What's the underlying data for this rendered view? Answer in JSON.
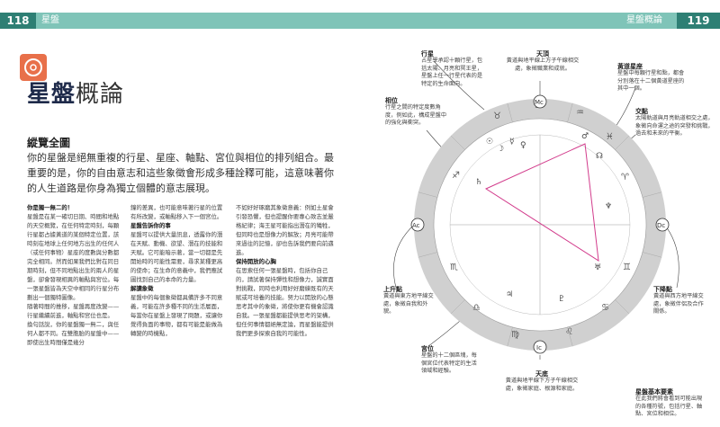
{
  "header": {
    "left_page": "118",
    "left_runner": "星盤",
    "right_runner": "星盤概論",
    "right_page": "119"
  },
  "title": {
    "bold": "星盤",
    "thin": "概論"
  },
  "overview": {
    "subhead": "縱覽全圖",
    "lead": "你的星盤是絕無重複的行星、星座、軸點、宮位與相位的排列組合。最重要的是，你的自由意志和這些象徵會形成多種詮釋可能，這意味著你的人生道路是你身為獨立個體的意志展現。"
  },
  "columns": [
    {
      "head1": "你是獨一無二的！",
      "text1": "星盤是在某一確切日期、時間和地點的天空概覽，在任何特定時刻，每顆行星都占據黃道的某個特定位置，該時刻在地球上任何地方出生的任何人（或任何事物）星座的度數與分數都完全相同。然而如果我們比對在同日期時刻，但不同地點出生的兩人的星盤，卻會發現相異的軸點與宮位。每一張星盤皆為天空中相同的行星分布劃出一個獨特圖像。",
      "text2": "隨著時間的推移，星盤再度改變——行星繼續前進，軸點和宮位也是。",
      "text3": "換句話說，你的星盤獨一無二，與任何人都不同。在雙胞胎的星盤中——即使出生時間僅是幾分"
    },
    {
      "text1": "鐘的差異，也可能意味著行星的位置有所改變，或軸點移入下一個宮位。",
      "head2": "星盤告訴你的事",
      "text2": "星盤可以提供大量訊息，透露你的潛在天賦、動機、欲望、潛在的技能和天賦。它可能暗示著，當一切都是先開始時的可能性需要，尋求某種更高的使命；在生命的意義中，我們應試圖找到自己的本命的力量。",
      "head3": "解讀象徵",
      "text3": "星盤中的每個象徵都具備許多不同意義，可能在許多種不同的生活層面，每當你在星盤上發現了問題，或讓你覺得負面的事物，都有可能是能做為轉變的時機點，"
    },
    {
      "text1": "不如好好琢磨其象徵意義：例如土星會引發恐懼，但也提醒你要專心致志並嚴格紀律；海王星可能指出潛在的犧牲，但同時也是想像力的解放；月亮可能帶來過往的記憶，卻也告訴我們要向前邁進。",
      "head2": "保持開放的心胸",
      "text2": "在思索任何一張星盤時，包括你自己的，請試著保持彈性和想像力，誠實面對挑戰，同時也利用好好磨練既有的天賦或可培養的技能。努力以開放的心態思考其中的象徵，將使你更有機會認識自我。一張星盤都能提供思考的架構，但任何事情都絕無定論，而星盤能提供我們更多探索自我的可能性。"
    }
  ],
  "labels": {
    "planets": {
      "title": "行星",
      "text": "占星學承認十顆行星，包括太陽、月亮和冥王星，星盤上任一行星代表的是特定的生命面向。"
    },
    "mc": {
      "title": "天頂",
      "text": "黃道與地平線上方子午線相交處，象徵職業和成就。"
    },
    "zodiac": {
      "title": "黃道星座",
      "text": "星盤中每顆行星和點，都會分別落在十二個黃道星座的其中一個。"
    },
    "nodes": {
      "title": "交點",
      "text": "太陽軌道與月亮軌道相交之處，象徵向命運之途的突發和挑戰，過去和未來的平衡。"
    },
    "aspects": {
      "title": "相位",
      "text": "行星之間的特定度數角度，例如此，構成星盤中的強化與衝突。"
    },
    "asc": {
      "title": "上升點",
      "text": "黃道與東方地平線交處，象徵自我和外貌。"
    },
    "dsc": {
      "title": "下降點",
      "text": "黃道與西方地平線交處，象徵伴侶及合作關係。"
    },
    "houses": {
      "title": "宮位",
      "text": "星盤的十二個區塊，每個宮位代表特定的生活領域和經驗。"
    },
    "ic": {
      "title": "天底",
      "text": "黃道與地平線下方子午線相交處，象徵家庭、根源和家庭。"
    },
    "basics": {
      "title": "星盤基本要素",
      "text": "在此我們將會看到可能出現的各種符號，包括行星、軸點、宮位和相位。"
    }
  },
  "angles": {
    "mc": "Mc",
    "ic": "Ic",
    "asc": "Ac",
    "dsc": "Dc"
  },
  "glyphs": {
    "sign_1": "♈",
    "sign_2": "♉",
    "sign_3": "♊",
    "sign_4": "♋",
    "sign_5": "♌",
    "sign_6": "♍",
    "sign_7": "♎",
    "sign_8": "♏",
    "sign_9": "♐",
    "sign_10": "♑",
    "sign_11": "♒",
    "sign_12": "♓",
    "planet_sun": "☉",
    "planet_moon": "☽",
    "planet_mercury": "☿",
    "planet_venus": "♀",
    "planet_mars": "♂",
    "planet_jupiter": "♃",
    "planet_saturn": "♄",
    "planet_uranus": "♅",
    "planet_neptune": "♆",
    "planet_pluto": "♇",
    "node": "☊"
  },
  "colors": {
    "header_light": "#7fc4b8",
    "header_dark": "#2e7f74",
    "aspect_line": "#d23c8c",
    "wheel_ring": "#cfcfcf",
    "accent": "#e8704a"
  }
}
